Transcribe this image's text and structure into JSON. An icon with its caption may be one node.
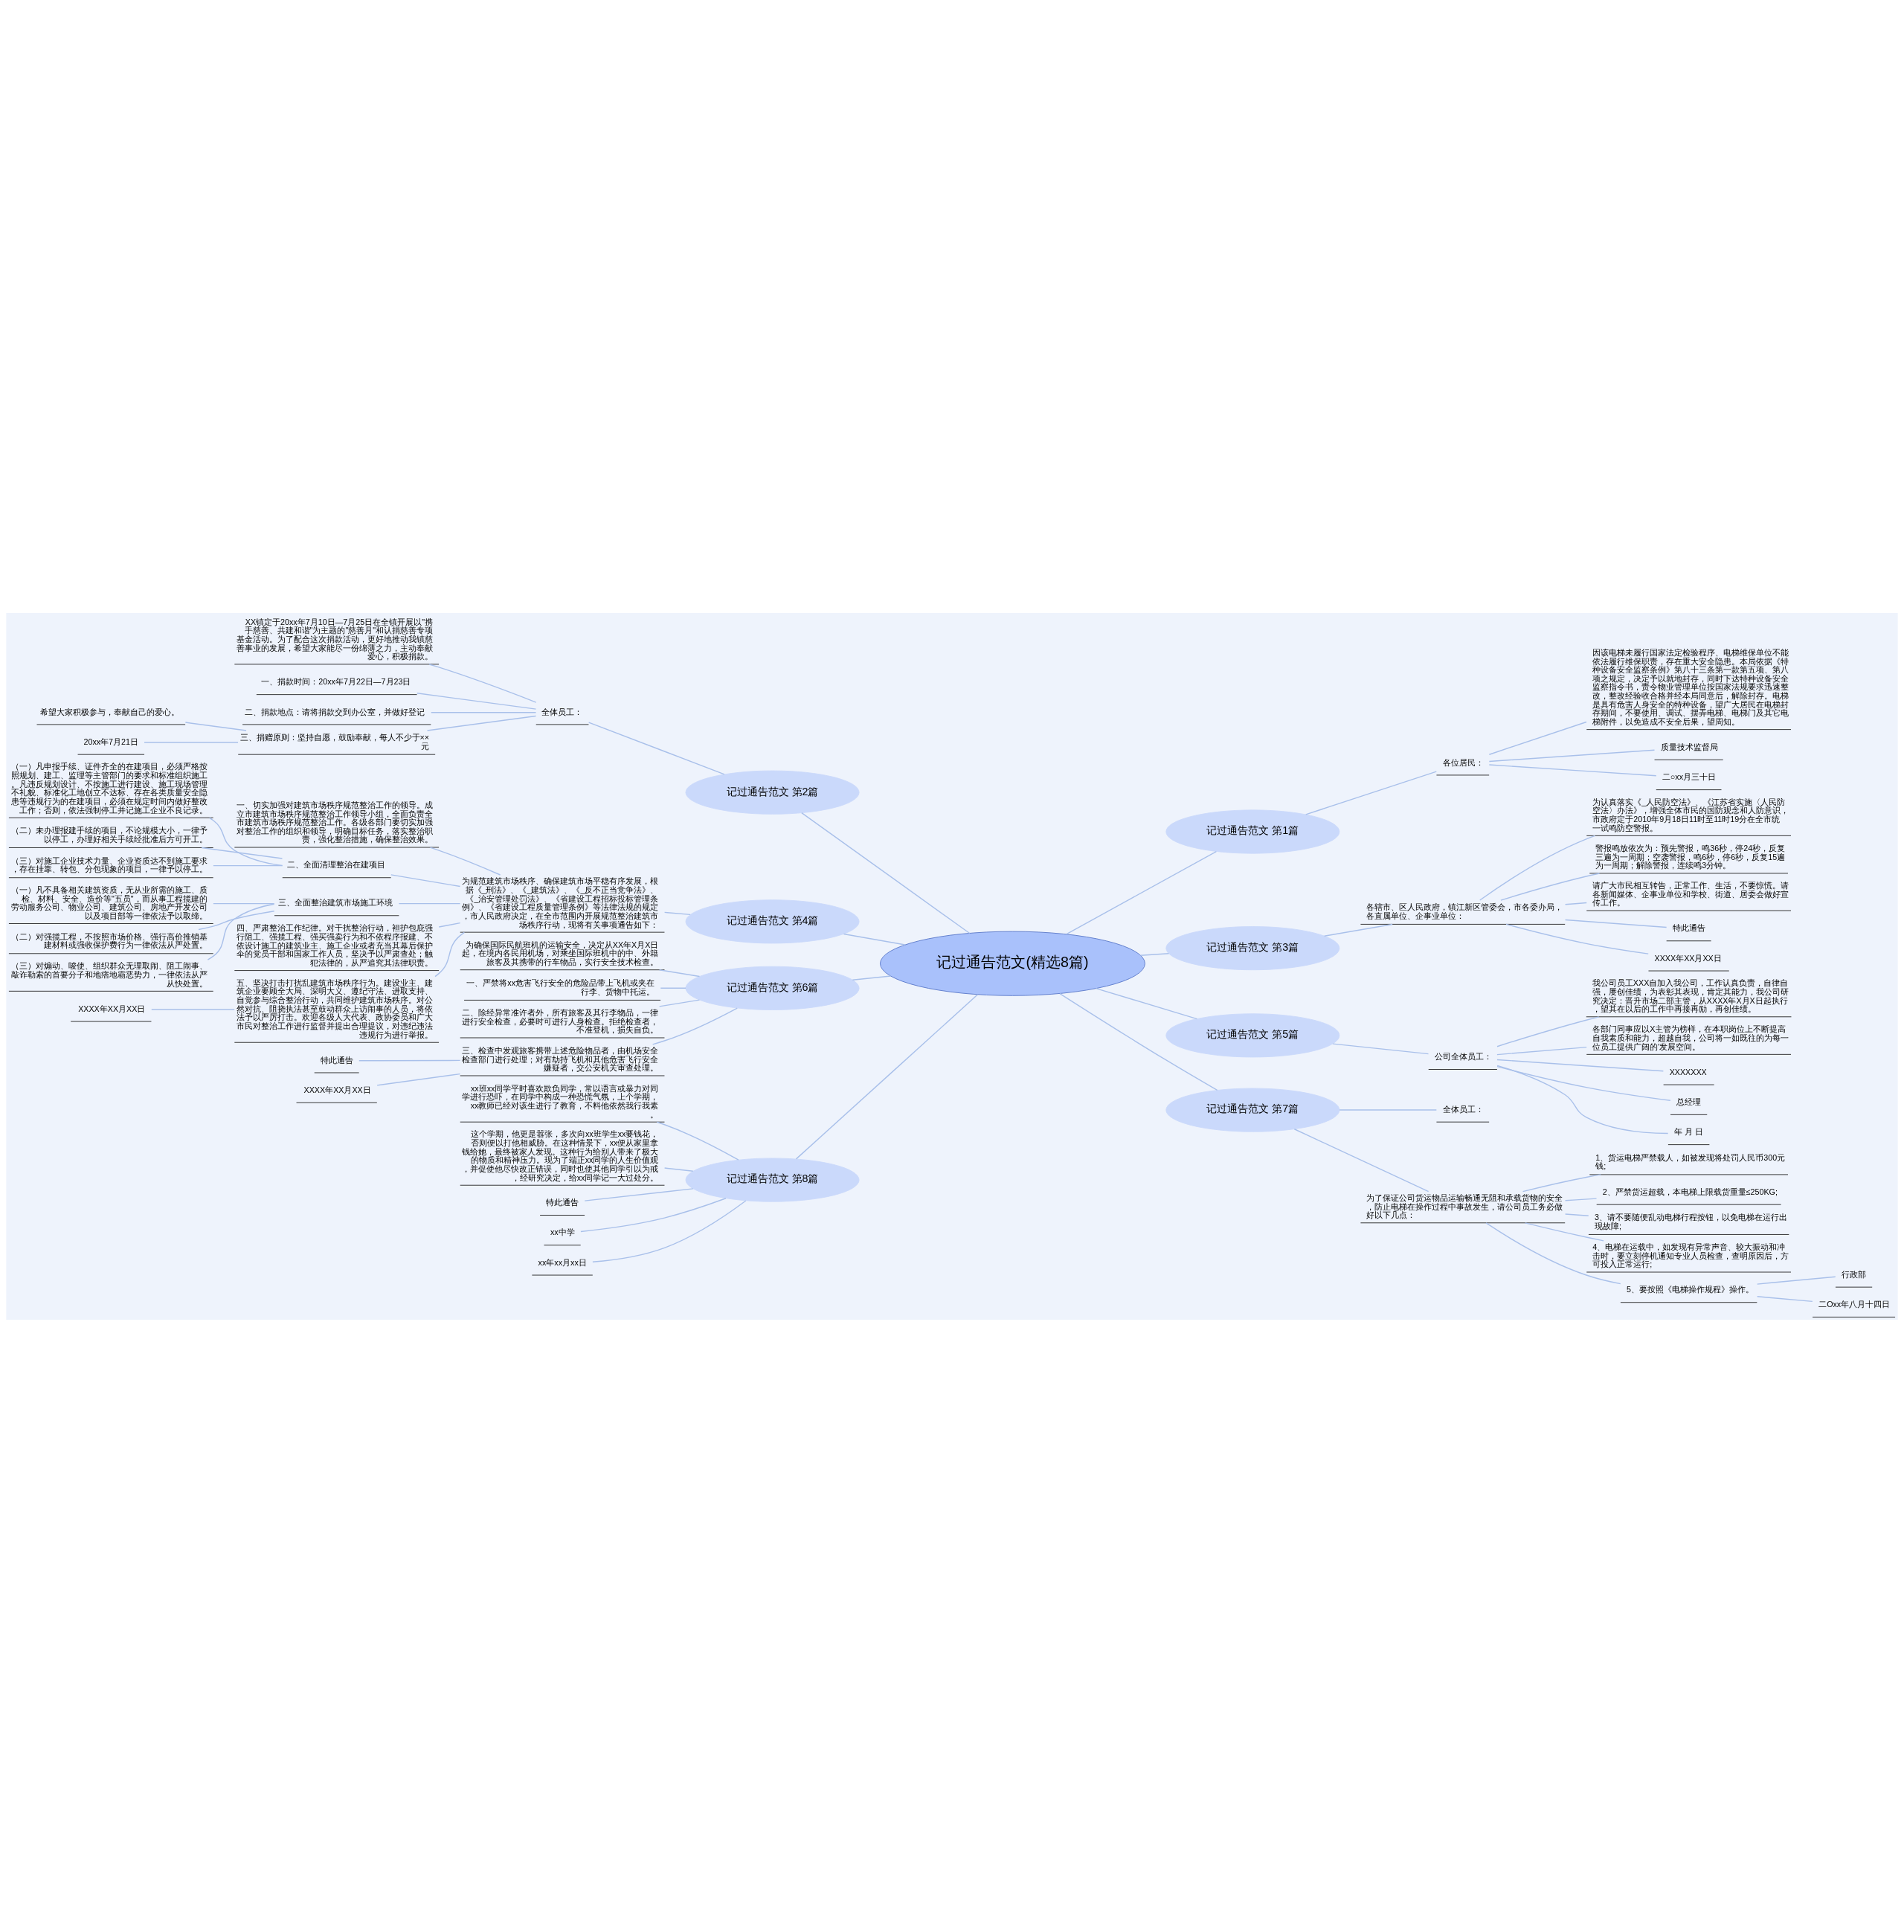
{
  "diagram": {
    "nodes": [
      {
        "text": [
          "记过通告范文(精选8篇)"
        ]
      },
      {
        "text": [
          "记过通告范文 第1篇"
        ]
      },
      {
        "text": [
          "各位居民："
        ]
      },
      {
        "text": [
          "因该电梯未履行国家法定检验程序、电梯维保单位不能依法履行维保职责，存在重大安全隐患。本局依据《特种设备安全监察条例》第八十三条第一款第五项、第八项之规定，决定予以就地封存，同时下达特种设备安全监察指令书，责令物业管理单位按国家法规要求迅速整改，整改经验收合格并经本局同意后，解除封存。电梯是具有危害人身安全的特种设备，望广大居民在电梯封存期间，不要使用、调试、摆弄电梯、电梯门及其它电梯附件，以免造成不安全后果，望周知。"
        ]
      },
      {
        "text": [
          "质量技术监督局"
        ]
      },
      {
        "text": [
          "二○xx月三十日"
        ]
      },
      {
        "text": [
          "记过通告范文 第2篇"
        ]
      },
      {
        "text": [
          "全体员工："
        ]
      },
      {
        "text": [
          "XX镇定于20xx年7月10日—7月25日在全镇开展以\"携手慈善、共建和谐\"为主题的\"慈善月\"和认捐慈善专项基金活动。为了配合这次捐款活动，更好地推动我镇慈善事业的发展，希望大家能尽一份绵薄之力，主动奉献爱心，积极捐款。"
        ]
      },
      {
        "text": [
          "一、捐款时间：20xx年7月22日—7月23日"
        ]
      },
      {
        "text": [
          "二、捐款地点：请将捐款交到办公室，并做好登记"
        ]
      },
      {
        "text": [
          "三、捐赠原则：坚持自愿，鼓励奉献，每人不少于××元"
        ]
      },
      {
        "text": [
          "希望大家积极参与，奉献自己的爱心。"
        ]
      },
      {
        "text": [
          "20xx年7月21日"
        ]
      },
      {
        "text": [
          "记过通告范文 第3篇"
        ]
      },
      {
        "text": [
          "各辖市、区人民政府，镇江新区管委会，市各委办局，各直属单位、企事业单位："
        ]
      },
      {
        "text": [
          "为认真落实《_人民防空法》、《江苏省实施〈人民防空法〉办法》，增强全体市民的国防观念和人防意识，市政府定于2010年9月18日11时至11时19分在全市统一试鸣防空警报。"
        ]
      },
      {
        "text": [
          "警报鸣放依次为：预先警报，鸣36秒，停24秒，反复三遍为一周期；空袭警报，鸣6秒，停6秒，反复15遍为一周期；解除警报，连续鸣3分钟。"
        ]
      },
      {
        "text": [
          "请广大市民相互转告，正常工作、生活，不要惊慌。请各新闻媒体、企事业单位和学校、街道、居委会做好宣传工作。"
        ]
      },
      {
        "text": [
          "特此通告"
        ]
      },
      {
        "text": [
          "XXXX年XX月XX日"
        ]
      },
      {
        "text": [
          "记过通告范文 第4篇"
        ]
      },
      {
        "text": [
          "为规范建筑市场秩序、确保建筑市场平稳有序发展，根据《_刑法》、《_建筑法》、《_反不正当竞争法》、《_治安管理处罚法》、《省建设工程招标投标管理条例》、《省建设工程质量管理条例》等法律法规的规定，市人民政府决定，在全市范围内开展规范整治建筑市场秩序行动，现将有关事项通告如下："
        ]
      },
      {
        "text": [
          "一、切实加强对建筑市场秩序规范整治工作的领导。成立市建筑市场秩序规范整治工作领导小组，全面负责全市建筑市场秩序规范整治工作。各级各部门要切实加强对整治工作的组织和领导，明确目标任务，落实整治职责，强化整治措施，确保整治效果。"
        ]
      },
      {
        "text": [
          "二、全面清理整治在建项目"
        ]
      },
      {
        "text": [
          "（一）凡申报手续、证件齐全的在建项目，必须严格按照规划、建工、监理等主管部门的要求和标准组织施工。凡违反规划设计、不按施工进行建设、施工现场管理不礼貌、标准化工地创立不达标、存在各类质量安全隐患等违规行为的在建项目，必须在规定时间内做好整改工作；否则，依法强制停工并记施工企业不良记录。"
        ]
      },
      {
        "text": [
          "（二）未办理报建手续的项目，不论规模大小，一律予以停工，办理好相关手续经批准后方可开工。"
        ]
      },
      {
        "text": [
          "（三）对施工企业技术力量、企业资质达不到施工要求，存在挂靠、转包、分包现象的项目，一律予以停工。"
        ]
      },
      {
        "text": [
          "三、全面整治建筑市场施工环境"
        ]
      },
      {
        "text": [
          "（一）凡不具备相关建筑资质，无从业所需的施工、质检、材料、安全、造价等\"五员\"，而从事工程揽建的劳动服务公司、物业公司、建筑公司、房地产开发公司以及项目部等一律依法予以取缔。"
        ]
      },
      {
        "text": [
          "（二）对强揽工程，不按照市场价格、强行高价推销基建材料或强收保护费行为一律依法从严处置。"
        ]
      },
      {
        "text": [
          "（三）对煽动、唆使、组织群众无理取闹、阻工闹事、敲诈勒索的首要分子和地痞地霸恶势力，一律依法从严从快处置。"
        ]
      },
      {
        "text": [
          "四、严肃整治工作纪律。对干扰整治行动，袒护包庇强行阻工、强揽工程、强买强卖行为和不依程序报建、不依设计施工的建筑业主、施工企业或者充当其幕后保护伞的党员干部和国家工作人员，坚决予以严肃查处；触犯法律的，从严追究其法律职责。"
        ]
      },
      {
        "text": [
          "五、坚决打击打扰乱建筑市场秩序行为。建设业主、建筑企业要顾全大局、深明大义、遵纪守法、进取支持、自觉参与综合整治行动，共同维护建筑市场秩序。对公然对抗、阻挠执法甚至鼓动群众上访闹事的人员，将依法予以严厉打击。欢迎各级人大代表、政协委员和广大市民对整治工作进行监督并提出合理提议，对违纪违法违规行为进行举报。"
        ]
      },
      {
        "text": [
          "XXXX年XX月XX日"
        ]
      },
      {
        "text": [
          "记过通告范文 第5篇"
        ]
      },
      {
        "text": [
          "公司全体员工："
        ]
      },
      {
        "text": [
          "我公司员工XXX自加入我公司，工作认真负责，自律自强，屡创佳绩，为表彰其表现，肯定其能力，我公司研究决定：晋升市场二部主管，从XXXX年X月X日起执行，望其在以后的工作中再接再励，再创佳绩。"
        ]
      },
      {
        "text": [
          "各部门同事应以X主管为榜样，在本职岗位上不断提高自我素质和能力，超越自我，公司将一如既往的为每一位员工提供广阔的'发展空间。"
        ]
      },
      {
        "text": [
          "XXXXXXX"
        ]
      },
      {
        "text": [
          "总经理"
        ]
      },
      {
        "text": [
          "年 月 日"
        ]
      },
      {
        "text": [
          "记过通告范文 第6篇"
        ]
      },
      {
        "text": [
          "为确保国际民航班机的运输安全，决定从XX年X月X日起，在境内各民用机场，对乘坐国际班机中的中、外籍旅客及其携带的行车物品，实行安全技术检查。"
        ]
      },
      {
        "text": [
          "一、严禁将xx危害飞行安全的危险品带上飞机或夹在行李、货物中托运。"
        ]
      },
      {
        "text": [
          "二、除经异常准许者外，所有旅客及其行李物品，一律进行安全检查，必要时可进行人身检查。拒绝检查者，不准登机，损失自负。"
        ]
      },
      {
        "text": [
          "三、检查中发观旅客携带上述危险物品者，由机场安全检查部门进行处理；对有劫持飞机和其他危害飞行安全嫌疑者，交公安机关审查处理。"
        ]
      },
      {
        "text": [
          "特此通告"
        ]
      },
      {
        "text": [
          "XXXX年XX月XX日"
        ]
      },
      {
        "text": [
          "记过通告范文 第7篇"
        ]
      },
      {
        "text": [
          "全体员工："
        ]
      },
      {
        "text": [
          "为了保证公司货运物品运输畅通无阻和承载货物的安全，防止电梯在操作过程中事故发生，请公司员工务必做好以下几点："
        ]
      },
      {
        "text": [
          "1、货运电梯严禁载人，如被发现将处罚人民币300元钱;"
        ]
      },
      {
        "text": [
          "2、严禁货运超载，本电梯上限载货重量≤250KG;"
        ]
      },
      {
        "text": [
          "3、请不要随便乱动电梯行程按钮，以免电梯在运行出现故障;"
        ]
      },
      {
        "text": [
          "4、电梯在运载中，如发现有异常声音、较大振动和冲击时，要立刻停机通知专业人员检查，查明原因后，方可投入正常运行;"
        ]
      },
      {
        "text": [
          "5、要按照《电梯操作规程》操作。"
        ]
      },
      {
        "text": [
          "行政部"
        ]
      },
      {
        "text": [
          "二Oxx年八月十四日"
        ]
      },
      {
        "text": [
          "记过通告范文 第8篇"
        ]
      },
      {
        "text": [
          "xx班xx同学平时喜欢欺负同学，常以语言或暴力对同学进行恐吓，在同学中构成一种恐慌气氛，上个学期，xx教师已经对该生进行了教育，不料他依然我行我素。"
        ]
      },
      {
        "text": [
          "这个学期，他更是嚣张，多次向xx班学生xx要钱花，否则便以打他相威胁。在这种情景下，xx便从家里拿钱给她，最终被家人发现。这种行为给别人带来了极大的物质和精神压力。现为了端正xx同学的人生价值观，并促使他尽快改正错误，同时也使其他同学引以为戒，经研究决定，给xx同学记一大过处分。"
        ]
      },
      {
        "text": [
          "特此通告"
        ]
      },
      {
        "text": [
          "xx中学"
        ]
      },
      {
        "text": [
          "xx年xx月xx日"
        ]
      }
    ],
    "edges": [
      {
        "from": 0,
        "to": 1,
        "arrow": "none"
      },
      {
        "from": 0,
        "to": 6,
        "arrow": "none"
      },
      {
        "from": 0,
        "to": 14,
        "arrow": "none"
      },
      {
        "from": 0,
        "to": 21,
        "arrow": "none"
      },
      {
        "from": 0,
        "to": 35,
        "arrow": "none"
      },
      {
        "from": 0,
        "to": 42,
        "arrow": "none"
      },
      {
        "from": 0,
        "to": 49,
        "arrow": "none"
      },
      {
        "from": 0,
        "to": 59,
        "arrow": "none"
      },
      {
        "from": 1,
        "to": 2,
        "arrow": "none"
      },
      {
        "from": 2,
        "to": 3,
        "arrow": "none"
      },
      {
        "from": 2,
        "to": 4,
        "arrow": "none"
      },
      {
        "from": 2,
        "to": 5,
        "arrow": "none"
      },
      {
        "from": 6,
        "to": 7,
        "arrow": "none"
      },
      {
        "from": 7,
        "to": 8,
        "arrow": "none"
      },
      {
        "from": 7,
        "to": 9,
        "arrow": "none"
      },
      {
        "from": 7,
        "to": 10,
        "arrow": "none"
      },
      {
        "from": 7,
        "to": 11,
        "arrow": "none"
      },
      {
        "from": 11,
        "to": 12,
        "arrow": "none"
      },
      {
        "from": 11,
        "to": 13,
        "arrow": "none"
      },
      {
        "from": 14,
        "to": 15,
        "arrow": "none"
      },
      {
        "from": 15,
        "to": 16,
        "arrow": "none"
      },
      {
        "from": 15,
        "to": 17,
        "arrow": "none"
      },
      {
        "from": 15,
        "to": 18,
        "arrow": "none"
      },
      {
        "from": 15,
        "to": 19,
        "arrow": "none"
      },
      {
        "from": 15,
        "to": 20,
        "arrow": "none"
      },
      {
        "from": 21,
        "to": 22,
        "arrow": "none"
      },
      {
        "from": 22,
        "to": 23,
        "arrow": "none"
      },
      {
        "from": 22,
        "to": 24,
        "arrow": "none"
      },
      {
        "from": 24,
        "to": 25,
        "arrow": "none"
      },
      {
        "from": 24,
        "to": 26,
        "arrow": "none"
      },
      {
        "from": 24,
        "to": 27,
        "arrow": "none"
      },
      {
        "from": 22,
        "to": 28,
        "arrow": "none"
      },
      {
        "from": 28,
        "to": 29,
        "arrow": "none"
      },
      {
        "from": 28,
        "to": 30,
        "arrow": "none"
      },
      {
        "from": 28,
        "to": 31,
        "arrow": "none"
      },
      {
        "from": 22,
        "to": 32,
        "arrow": "none"
      },
      {
        "from": 22,
        "to": 33,
        "arrow": "none"
      },
      {
        "from": 33,
        "to": 34,
        "arrow": "none"
      },
      {
        "from": 35,
        "to": 36,
        "arrow": "none"
      },
      {
        "from": 36,
        "to": 37,
        "arrow": "none"
      },
      {
        "from": 36,
        "to": 38,
        "arrow": "none"
      },
      {
        "from": 36,
        "to": 39,
        "arrow": "none"
      },
      {
        "from": 36,
        "to": 40,
        "arrow": "none"
      },
      {
        "from": 36,
        "to": 41,
        "arrow": "none"
      },
      {
        "from": 42,
        "to": 43,
        "arrow": "none"
      },
      {
        "from": 42,
        "to": 44,
        "arrow": "none"
      },
      {
        "from": 42,
        "to": 45,
        "arrow": "none"
      },
      {
        "from": 42,
        "to": 46,
        "arrow": "none"
      },
      {
        "from": 46,
        "to": 47,
        "arrow": "none"
      },
      {
        "from": 46,
        "to": 48,
        "arrow": "none"
      },
      {
        "from": 49,
        "to": 50,
        "arrow": "none"
      },
      {
        "from": 49,
        "to": 51,
        "arrow": "none"
      },
      {
        "from": 51,
        "to": 52,
        "arrow": "none"
      },
      {
        "from": 51,
        "to": 53,
        "arrow": "none"
      },
      {
        "from": 51,
        "to": 54,
        "arrow": "none"
      },
      {
        "from": 51,
        "to": 55,
        "arrow": "none"
      },
      {
        "from": 51,
        "to": 56,
        "arrow": "none"
      },
      {
        "from": 56,
        "to": 57,
        "arrow": "none"
      },
      {
        "from": 56,
        "to": 58,
        "arrow": "none"
      },
      {
        "from": 59,
        "to": 60,
        "arrow": "none"
      },
      {
        "from": 59,
        "to": 61,
        "arrow": "none"
      },
      {
        "from": 59,
        "to": 62,
        "arrow": "none"
      },
      {
        "from": 59,
        "to": 63,
        "arrow": "none"
      },
      {
        "from": 59,
        "to": 64,
        "arrow": "none"
      }
    ]
  }
}
